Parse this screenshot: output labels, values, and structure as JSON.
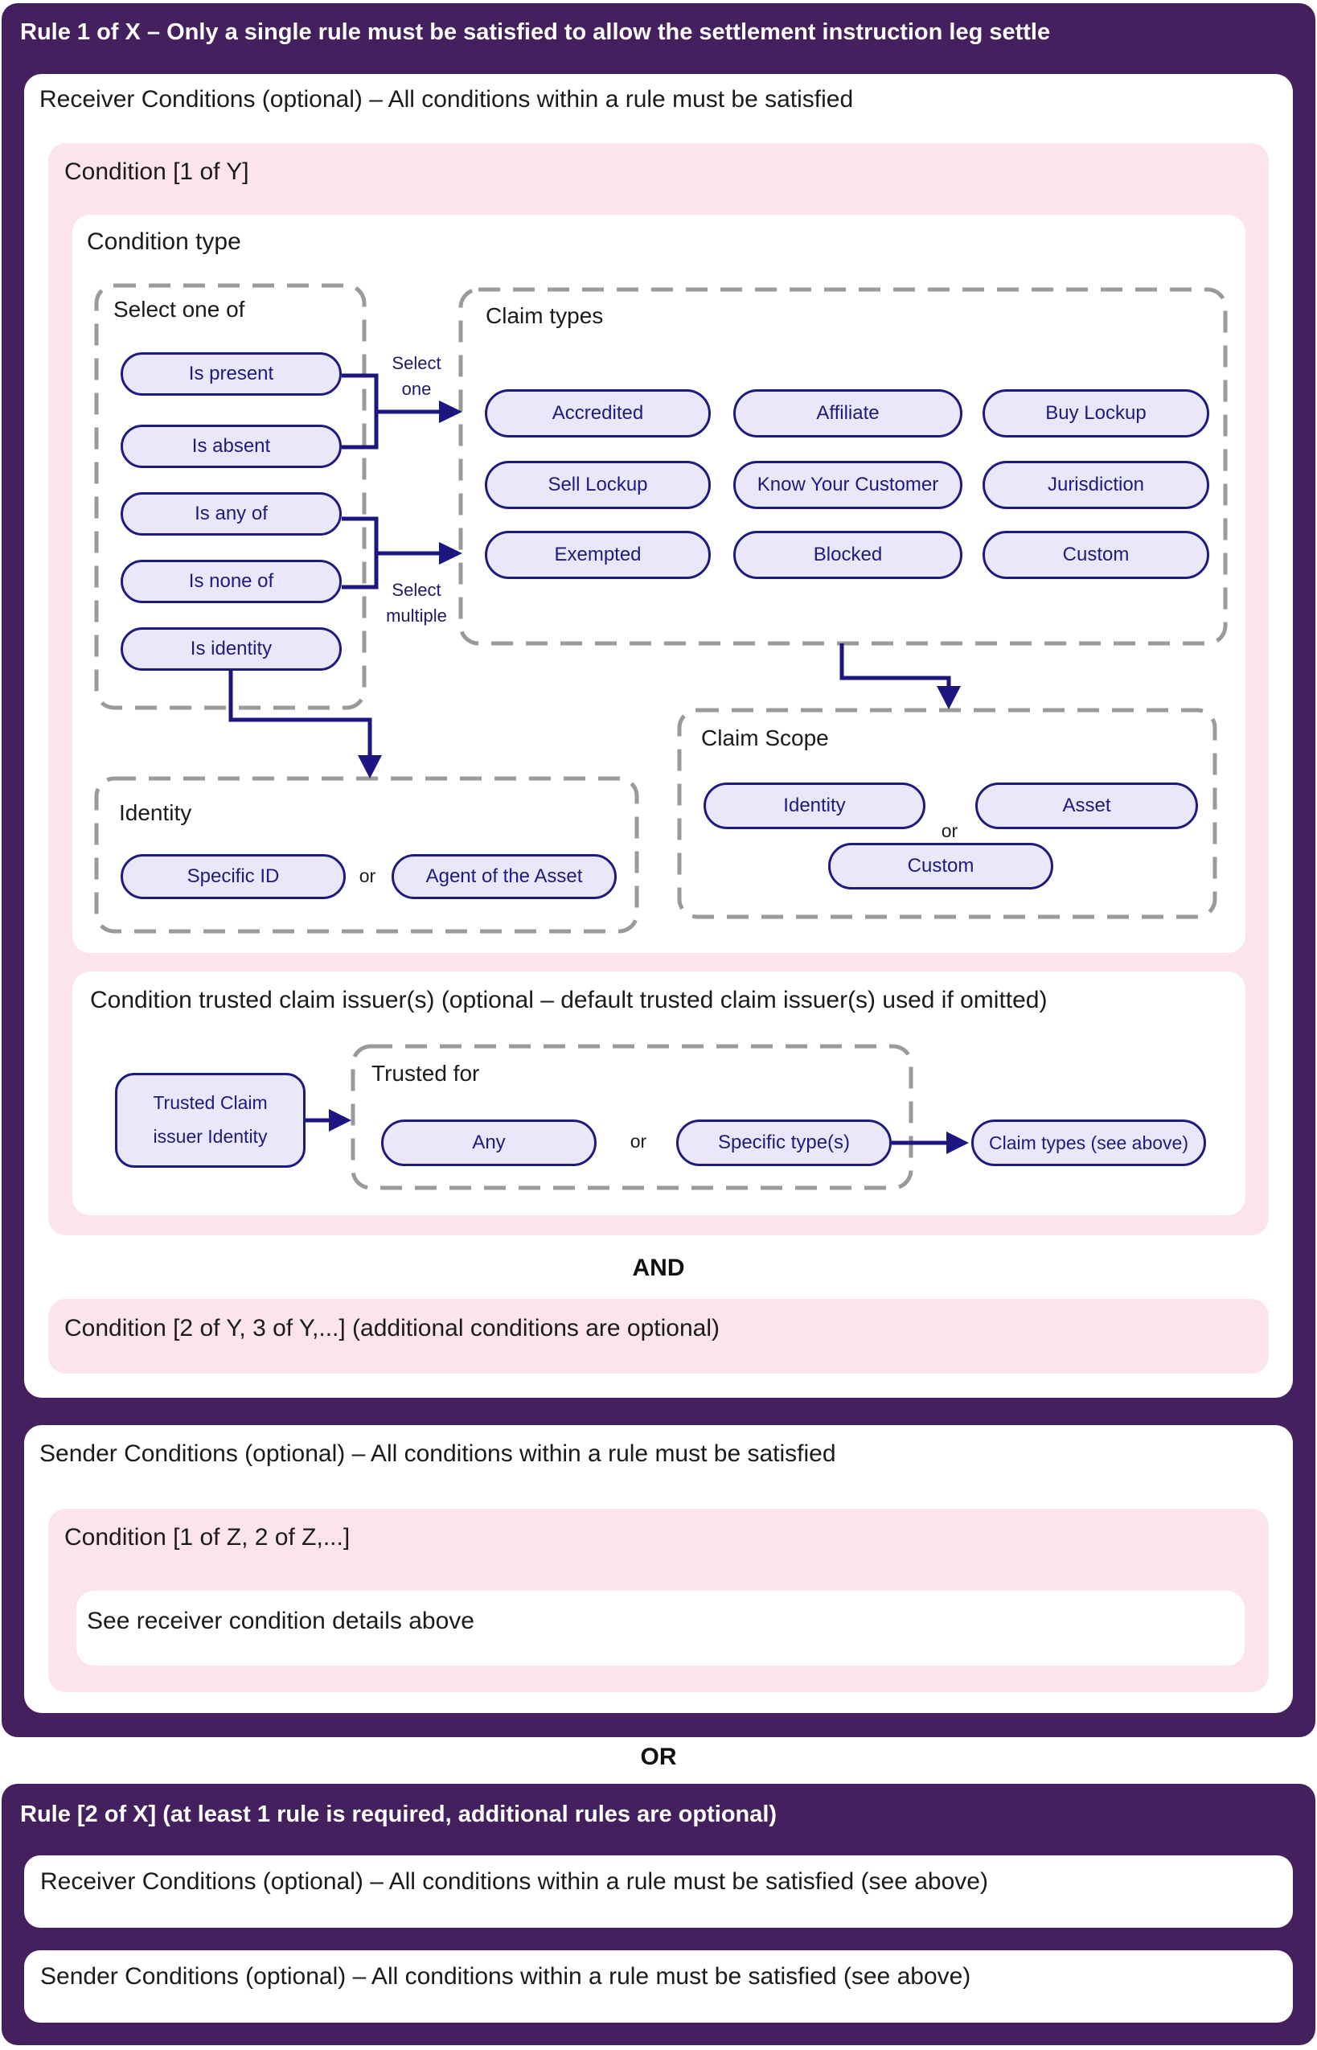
{
  "colors": {
    "purple": "#44215E",
    "pink": "#FBE4EE",
    "pill_fill": "#E9E7F9",
    "navy": "#1F1B7E",
    "connector": "#1E1680",
    "dash_gray": "#9A9A9A",
    "heading_text": "#1B1B1B"
  },
  "rule1": {
    "title": "Rule 1 of X – Only a single rule must be satisfied to allow the settlement instruction leg settle"
  },
  "receiver": {
    "header": "Receiver Conditions (optional) – All conditions within a rule must be satisfied",
    "condition1": {
      "label": "Condition [1 of Y]"
    },
    "condition_type": {
      "title": "Condition type",
      "select_one_of": {
        "title": "Select one of",
        "options": [
          "Is present",
          "Is absent",
          "Is any of",
          "Is none of",
          "Is identity"
        ]
      },
      "select_one_label": "Select one",
      "select_multiple_label": "Select multiple",
      "claim_types": {
        "title": "Claim types",
        "options": [
          "Accredited",
          "Affiliate",
          "Buy Lockup",
          "Sell Lockup",
          "Know Your Customer",
          "Jurisdiction",
          "Exempted",
          "Blocked",
          "Custom"
        ]
      },
      "claim_scope": {
        "title": "Claim Scope",
        "option_identity": "Identity",
        "option_asset": "Asset",
        "option_custom": "Custom",
        "or_label": "or"
      },
      "identity": {
        "title": "Identity",
        "option_specific": "Specific ID",
        "option_agent": "Agent of the Asset",
        "or_label": "or"
      }
    },
    "trusted_issuers": {
      "title": "Condition trusted claim issuer(s) (optional – default trusted claim issuer(s) used if omitted)",
      "issuer_line1": "Trusted Claim",
      "issuer_line2": "issuer Identity",
      "trusted_for": {
        "title": "Trusted for",
        "option_any": "Any",
        "or_label": "or",
        "option_specific": "Specific type(s)"
      },
      "claim_types_ref": "Claim types (see above)"
    },
    "and_label": "AND",
    "condition2": {
      "label": "Condition [2 of Y, 3 of Y,...] (additional conditions are optional)"
    }
  },
  "sender": {
    "header": "Sender Conditions (optional) – All conditions within a rule must be satisfied",
    "condition": {
      "label": "Condition [1 of Z, 2 of Z,...]"
    },
    "detail": "See receiver condition details above"
  },
  "or_label": "OR",
  "rule2": {
    "title": "Rule [2 of X] (at least 1 rule is required, additional rules are optional)",
    "receiver_label": "Receiver Conditions (optional) – All conditions within a rule must be satisfied (see above)",
    "sender_label": "Sender Conditions (optional) – All conditions within a rule must be satisfied (see above)"
  }
}
